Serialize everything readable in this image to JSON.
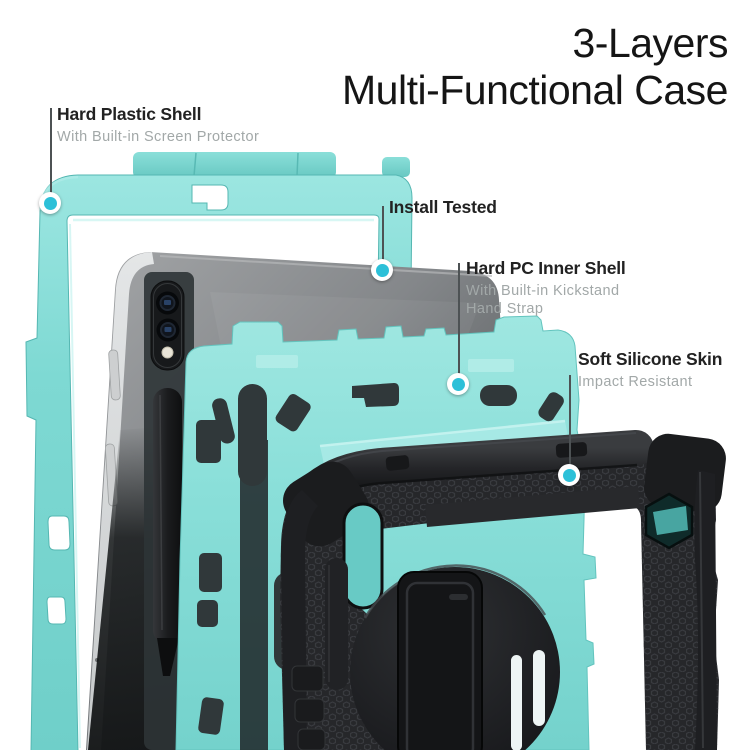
{
  "title": {
    "line1": "3-Layers",
    "line2": "Multi-Functional Case"
  },
  "callouts": [
    {
      "label": "Hard Plastic Shell",
      "sublabels": [
        "With Built-in Screen Protector"
      ]
    },
    {
      "label": "Install Tested",
      "sublabels": []
    },
    {
      "label": "Hard PC Inner Shell",
      "sublabels": [
        "With Built-in Kickstand",
        "Hand Strap"
      ]
    },
    {
      "label": "Soft Silicone Skin",
      "sublabels": [
        "Impact Resistant"
      ]
    }
  ],
  "colors": {
    "outer_shell_teal": "#7dd8d3",
    "inner_shell_mint": "#8ee1db",
    "silicone_skin_black": "#222326",
    "tablet_gray": "#7c7e80",
    "callout_dot_cyan": "#2cc0d8"
  }
}
